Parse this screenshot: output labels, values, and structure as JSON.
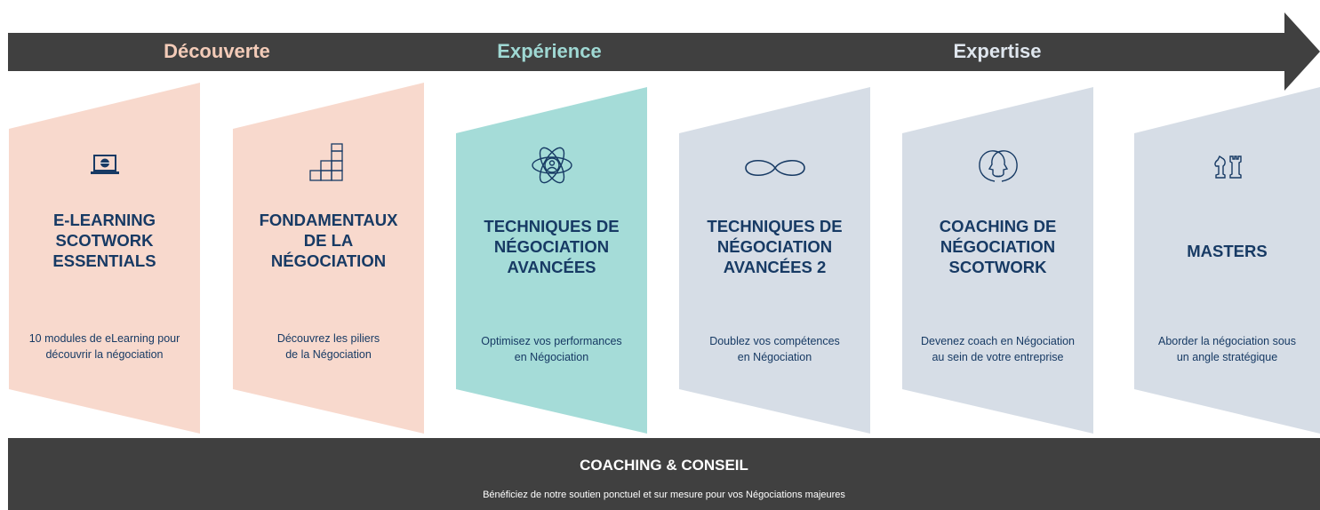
{
  "phases": {
    "decouverte": {
      "label": "Découverte",
      "color": "#f3cbb8"
    },
    "experience": {
      "label": "Expérience",
      "color": "#9fd8d3"
    },
    "expertise": {
      "label": "Expertise",
      "color": "#dfe6ee"
    }
  },
  "cards": [
    {
      "icon": "laptop-icon",
      "title": "E-LEARNING\nSCOTWORK\nESSENTIALS",
      "description": "10 modules de eLearning pour\ndécouvrir la négociation",
      "color": "#f8d9cd"
    },
    {
      "icon": "blocks-stairs-icon",
      "title": "FONDAMENTAUX\nDE LA\nNÉGOCIATION",
      "description": "Découvrez les piliers\nde la Négociation",
      "color": "#f8d9cd"
    },
    {
      "icon": "atom-person-icon",
      "title": "TECHNIQUES DE\nNÉGOCIATION\nAVANCÉES",
      "description": "Optimisez vos performances\nen Négociation",
      "color": "#a5dcd8"
    },
    {
      "icon": "infinity-icon",
      "title": "TECHNIQUES DE\nNÉGOCIATION\nAVANCÉES 2",
      "description": "Doublez vos compétences\nen Négociation",
      "color": "#d6dde6"
    },
    {
      "icon": "two-heads-icon",
      "title": "COACHING DE\nNÉGOCIATION\nSCOTWORK",
      "description": "Devenez coach en Négociation\nau sein de votre entreprise",
      "color": "#d6dde6"
    },
    {
      "icon": "chess-pieces-icon",
      "title": "MASTERS",
      "description": "Aborder la négociation sous\nun angle stratégique",
      "color": "#d6dde6"
    }
  ],
  "footer": {
    "title": "COACHING & CONSEIL",
    "subtitle": "Bénéficiez de notre soutien ponctuel et sur mesure pour vos Négociations majeures"
  },
  "colors": {
    "arrow": "#404040",
    "text": "#173a64",
    "footer": "#404040"
  }
}
